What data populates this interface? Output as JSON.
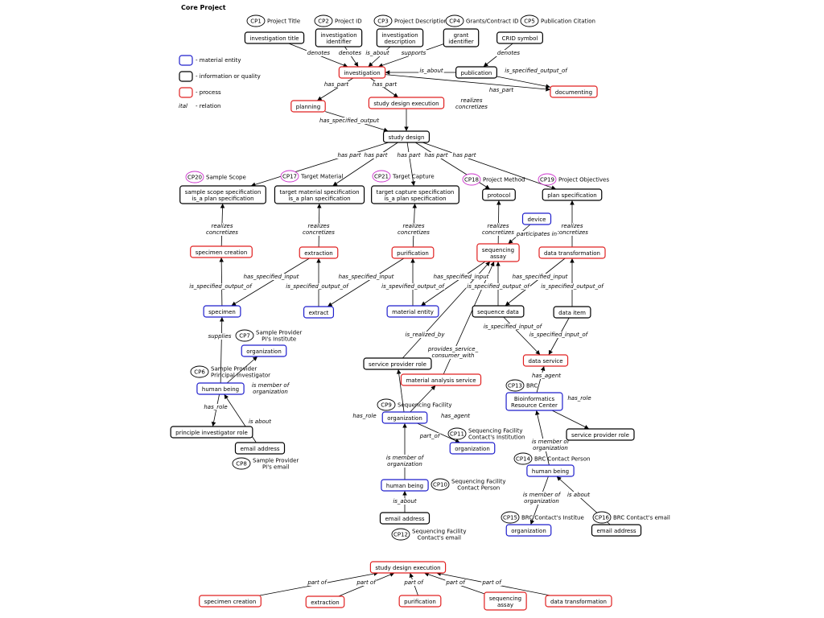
{
  "title": "Core Project",
  "legend": [
    {
      "text": "- material entity",
      "kind": "material"
    },
    {
      "text": "- information or quality",
      "kind": "info"
    },
    {
      "text": "- process",
      "kind": "process"
    },
    {
      "text": "- relation",
      "label": "ital"
    }
  ],
  "colors": {
    "material": "#1f1fcc",
    "info": "#000000",
    "process": "#e02020",
    "cp": "#000000",
    "cp_highlight": "#cc33cc",
    "edge": "#000000"
  },
  "nodes": [
    {
      "id": "inv_title",
      "lines": [
        "investigation title"
      ],
      "kind": "info"
    },
    {
      "id": "inv_id",
      "lines": [
        "investigation",
        "identifier"
      ],
      "kind": "info"
    },
    {
      "id": "inv_desc",
      "lines": [
        "investigation",
        "description"
      ],
      "kind": "info"
    },
    {
      "id": "grant_id",
      "lines": [
        "grant",
        "identifier"
      ],
      "kind": "info"
    },
    {
      "id": "crid",
      "lines": [
        "CRID symbol"
      ],
      "kind": "info"
    },
    {
      "id": "investigation",
      "lines": [
        "investigation"
      ],
      "kind": "process"
    },
    {
      "id": "publication",
      "lines": [
        "publication"
      ],
      "kind": "info"
    },
    {
      "id": "documenting",
      "lines": [
        "documenting"
      ],
      "kind": "process"
    },
    {
      "id": "planning",
      "lines": [
        "planning"
      ],
      "kind": "process"
    },
    {
      "id": "sde_top",
      "lines": [
        "study design execution"
      ],
      "kind": "process"
    },
    {
      "id": "study_design",
      "lines": [
        "study design"
      ],
      "kind": "info"
    },
    {
      "id": "sss",
      "lines": [
        "sample scope specification",
        "is_a plan specification"
      ],
      "kind": "info"
    },
    {
      "id": "tms",
      "lines": [
        "target material specification",
        "is_a plan specification"
      ],
      "kind": "info"
    },
    {
      "id": "tcs",
      "lines": [
        "target capture specification",
        "is_a plan specification"
      ],
      "kind": "info"
    },
    {
      "id": "protocol",
      "lines": [
        "protocol"
      ],
      "kind": "info"
    },
    {
      "id": "plan_spec",
      "lines": [
        "plan specification"
      ],
      "kind": "info"
    },
    {
      "id": "device",
      "lines": [
        "device"
      ],
      "kind": "material"
    },
    {
      "id": "spec_creation",
      "lines": [
        "specimen creation"
      ],
      "kind": "process"
    },
    {
      "id": "extraction",
      "lines": [
        "extraction"
      ],
      "kind": "process"
    },
    {
      "id": "purification",
      "lines": [
        "purification"
      ],
      "kind": "process"
    },
    {
      "id": "seq_assay",
      "lines": [
        "sequencing",
        "assay"
      ],
      "kind": "process"
    },
    {
      "id": "data_transf",
      "lines": [
        "data transformation"
      ],
      "kind": "process"
    },
    {
      "id": "specimen",
      "lines": [
        "specimen"
      ],
      "kind": "material"
    },
    {
      "id": "extract",
      "lines": [
        "extract"
      ],
      "kind": "material"
    },
    {
      "id": "mat_entity",
      "lines": [
        "material entity"
      ],
      "kind": "material"
    },
    {
      "id": "seq_data",
      "lines": [
        "sequence data"
      ],
      "kind": "info"
    },
    {
      "id": "data_item",
      "lines": [
        "data item"
      ],
      "kind": "info"
    },
    {
      "id": "org1",
      "lines": [
        "organization"
      ],
      "kind": "material"
    },
    {
      "id": "spr",
      "lines": [
        "service provider role"
      ],
      "kind": "info"
    },
    {
      "id": "data_service",
      "lines": [
        "data service"
      ],
      "kind": "process"
    },
    {
      "id": "mas",
      "lines": [
        "material analysis service"
      ],
      "kind": "process"
    },
    {
      "id": "human1",
      "lines": [
        "human being"
      ],
      "kind": "material"
    },
    {
      "id": "brc",
      "lines": [
        "Bioinformatics",
        "Resource Center"
      ],
      "kind": "material"
    },
    {
      "id": "org2",
      "lines": [
        "organization"
      ],
      "kind": "material"
    },
    {
      "id": "pir",
      "lines": [
        "principle investigator role"
      ],
      "kind": "info"
    },
    {
      "id": "email1",
      "lines": [
        "email address"
      ],
      "kind": "info"
    },
    {
      "id": "org3",
      "lines": [
        "organization"
      ],
      "kind": "material"
    },
    {
      "id": "spr2",
      "lines": [
        "service provider role"
      ],
      "kind": "info"
    },
    {
      "id": "human3",
      "lines": [
        "human being"
      ],
      "kind": "material"
    },
    {
      "id": "human2",
      "lines": [
        "human being"
      ],
      "kind": "material"
    },
    {
      "id": "email2",
      "lines": [
        "email address"
      ],
      "kind": "info"
    },
    {
      "id": "org4",
      "lines": [
        "organization"
      ],
      "kind": "material"
    },
    {
      "id": "email3",
      "lines": [
        "email address"
      ],
      "kind": "info"
    },
    {
      "id": "sde_bot",
      "lines": [
        "study design execution"
      ],
      "kind": "process"
    },
    {
      "id": "b_spec",
      "lines": [
        "specimen creation"
      ],
      "kind": "process"
    },
    {
      "id": "b_extr",
      "lines": [
        "extraction"
      ],
      "kind": "process"
    },
    {
      "id": "b_purif",
      "lines": [
        "purification"
      ],
      "kind": "process"
    },
    {
      "id": "b_seq",
      "lines": [
        "sequencing",
        "assay"
      ],
      "kind": "process"
    },
    {
      "id": "b_dt",
      "lines": [
        "data transformation"
      ],
      "kind": "process"
    }
  ],
  "cps": [
    {
      "id": "CP1",
      "label": "Project Title",
      "highlight": false
    },
    {
      "id": "CP2",
      "label": "Project ID",
      "highlight": false
    },
    {
      "id": "CP3",
      "label": "Project Description",
      "highlight": false
    },
    {
      "id": "CP4",
      "label": "Grants/Contract ID",
      "highlight": false
    },
    {
      "id": "CP5",
      "label": "Publication Citation",
      "highlight": false
    },
    {
      "id": "CP20",
      "label": "Sample Scope",
      "highlight": true
    },
    {
      "id": "CP17",
      "label": "Target Material",
      "highlight": true
    },
    {
      "id": "CP21",
      "label": "Target Capture",
      "highlight": true
    },
    {
      "id": "CP18",
      "label": "Project Method",
      "highlight": true
    },
    {
      "id": "CP19",
      "label": "Project Objectives",
      "highlight": true
    },
    {
      "id": "CP7",
      "label": "Sample Provider\nPI's Institute",
      "highlight": false
    },
    {
      "id": "CP6",
      "label": "Sample Provider\nPrincipal Investigator",
      "highlight": false
    },
    {
      "id": "CP8",
      "label": "Sample Provider\nPI's email",
      "highlight": false
    },
    {
      "id": "CP9",
      "label": "Sequencing Facility",
      "highlight": false
    },
    {
      "id": "CP11",
      "label": "Sequencing Facility\nContact's Institution",
      "highlight": false
    },
    {
      "id": "CP10",
      "label": "Sequencing Facility\nContact Person",
      "highlight": false
    },
    {
      "id": "CP12",
      "label": "Sequencing Facility\nContact's email",
      "highlight": false
    },
    {
      "id": "CP13",
      "label": "BRC",
      "highlight": false
    },
    {
      "id": "CP14",
      "label": "BRC Contact Person",
      "highlight": false
    },
    {
      "id": "CP15",
      "label": "BRC Contact's Institue",
      "highlight": false
    },
    {
      "id": "CP16",
      "label": "BRC Contact's email",
      "highlight": false
    }
  ],
  "edges": [
    {
      "from": "inv_title",
      "to": "investigation",
      "label": "denotes"
    },
    {
      "from": "inv_id",
      "to": "investigation",
      "label": "denotes"
    },
    {
      "from": "inv_desc",
      "to": "investigation",
      "label": "is_about"
    },
    {
      "from": "grant_id",
      "to": "investigation",
      "label": "supports"
    },
    {
      "from": "crid",
      "to": "publication",
      "label": "denotes"
    },
    {
      "from": "publication",
      "to": "investigation",
      "label": "is_about"
    },
    {
      "from": "publication",
      "to": "documenting",
      "label": "is_specified_output_of"
    },
    {
      "from": "investigation",
      "to": "documenting",
      "label": "has_part"
    },
    {
      "from": "investigation",
      "to": "planning",
      "label": "has_part"
    },
    {
      "from": "investigation",
      "to": "sde_top",
      "label": "has_part"
    },
    {
      "from": "planning",
      "to": "study_design",
      "label": "has_specified_output"
    },
    {
      "from": "sde_top",
      "to": "study_design",
      "label": "realizes\nconcretizes"
    },
    {
      "from": "study_design",
      "to": "sss",
      "label": "has part"
    },
    {
      "from": "study_design",
      "to": "tms",
      "label": "has part"
    },
    {
      "from": "study_design",
      "to": "tcs",
      "label": "has part"
    },
    {
      "from": "study_design",
      "to": "protocol",
      "label": "has part"
    },
    {
      "from": "study_design",
      "to": "plan_spec",
      "label": "has part"
    },
    {
      "from": "spec_creation",
      "to": "sss",
      "label": "realizes\nconcretizes"
    },
    {
      "from": "extraction",
      "to": "tms",
      "label": "realizes\nconcretizes"
    },
    {
      "from": "purification",
      "to": "tcs",
      "label": "realizes\nconcretizes"
    },
    {
      "from": "seq_assay",
      "to": "protocol",
      "label": "realizes\nconcretizes"
    },
    {
      "from": "data_transf",
      "to": "plan_spec",
      "label": "realizes\nconcretizes"
    },
    {
      "from": "device",
      "to": "seq_assay",
      "label": "participates in"
    },
    {
      "from": "extraction",
      "to": "specimen",
      "label": "has_specified_input"
    },
    {
      "from": "specimen",
      "to": "spec_creation",
      "label": "is_specified_output_of"
    },
    {
      "from": "purification",
      "to": "extract",
      "label": "has_specified_input"
    },
    {
      "from": "extract",
      "to": "extraction",
      "label": "is_specified_output_of"
    },
    {
      "from": "seq_assay",
      "to": "mat_entity",
      "label": "has_specified_input"
    },
    {
      "from": "mat_entity",
      "to": "purification",
      "label": "is_spevified_output_of"
    },
    {
      "from": "data_transf",
      "to": "seq_data",
      "label": "has_specified_input"
    },
    {
      "from": "seq_data",
      "to": "seq_assay",
      "label": "is_specified_output_of"
    },
    {
      "from": "data_item",
      "to": "data_transf",
      "label": "is_specified_output_of"
    },
    {
      "from": "seq_data",
      "to": "data_service",
      "label": "is_specified_input_of"
    },
    {
      "from": "data_item",
      "to": "data_service",
      "label": "is_specified_input_of"
    },
    {
      "from": "human1",
      "to": "specimen",
      "label": "supplies"
    },
    {
      "from": "human1",
      "to": "org1",
      "label": "is member of\norganization"
    },
    {
      "from": "human1",
      "to": "pir",
      "label": "has_role"
    },
    {
      "from": "email1",
      "to": "human1",
      "label": "is about"
    },
    {
      "from": "spr",
      "to": "seq_assay",
      "label": "is_realized_by"
    },
    {
      "from": "mas",
      "to": "seq_assay",
      "label": "provides_service_\nconsumer_with"
    },
    {
      "from": "org2",
      "to": "spr",
      "label": "has_role"
    },
    {
      "from": "org2",
      "to": "mas",
      "label": "has_agent"
    },
    {
      "from": "org2",
      "to": "org3",
      "label": "part_of"
    },
    {
      "from": "human3",
      "to": "org2",
      "label": "is member of\norganization"
    },
    {
      "from": "email2",
      "to": "human3",
      "label": "is_about"
    },
    {
      "from": "brc",
      "to": "data_service",
      "label": "has_agent"
    },
    {
      "from": "brc",
      "to": "spr2",
      "label": "has_role"
    },
    {
      "from": "human2",
      "to": "brc",
      "label": "is member of\norganization"
    },
    {
      "from": "human2",
      "to": "org4",
      "label": "is member of\norganization"
    },
    {
      "from": "email3",
      "to": "human2",
      "label": "is about"
    },
    {
      "from": "b_spec",
      "to": "sde_bot",
      "label": "part of"
    },
    {
      "from": "b_extr",
      "to": "sde_bot",
      "label": "part of"
    },
    {
      "from": "b_purif",
      "to": "sde_bot",
      "label": "part of"
    },
    {
      "from": "b_seq",
      "to": "sde_bot",
      "label": "part of"
    },
    {
      "from": "b_dt",
      "to": "sde_bot",
      "label": "part of"
    }
  ]
}
